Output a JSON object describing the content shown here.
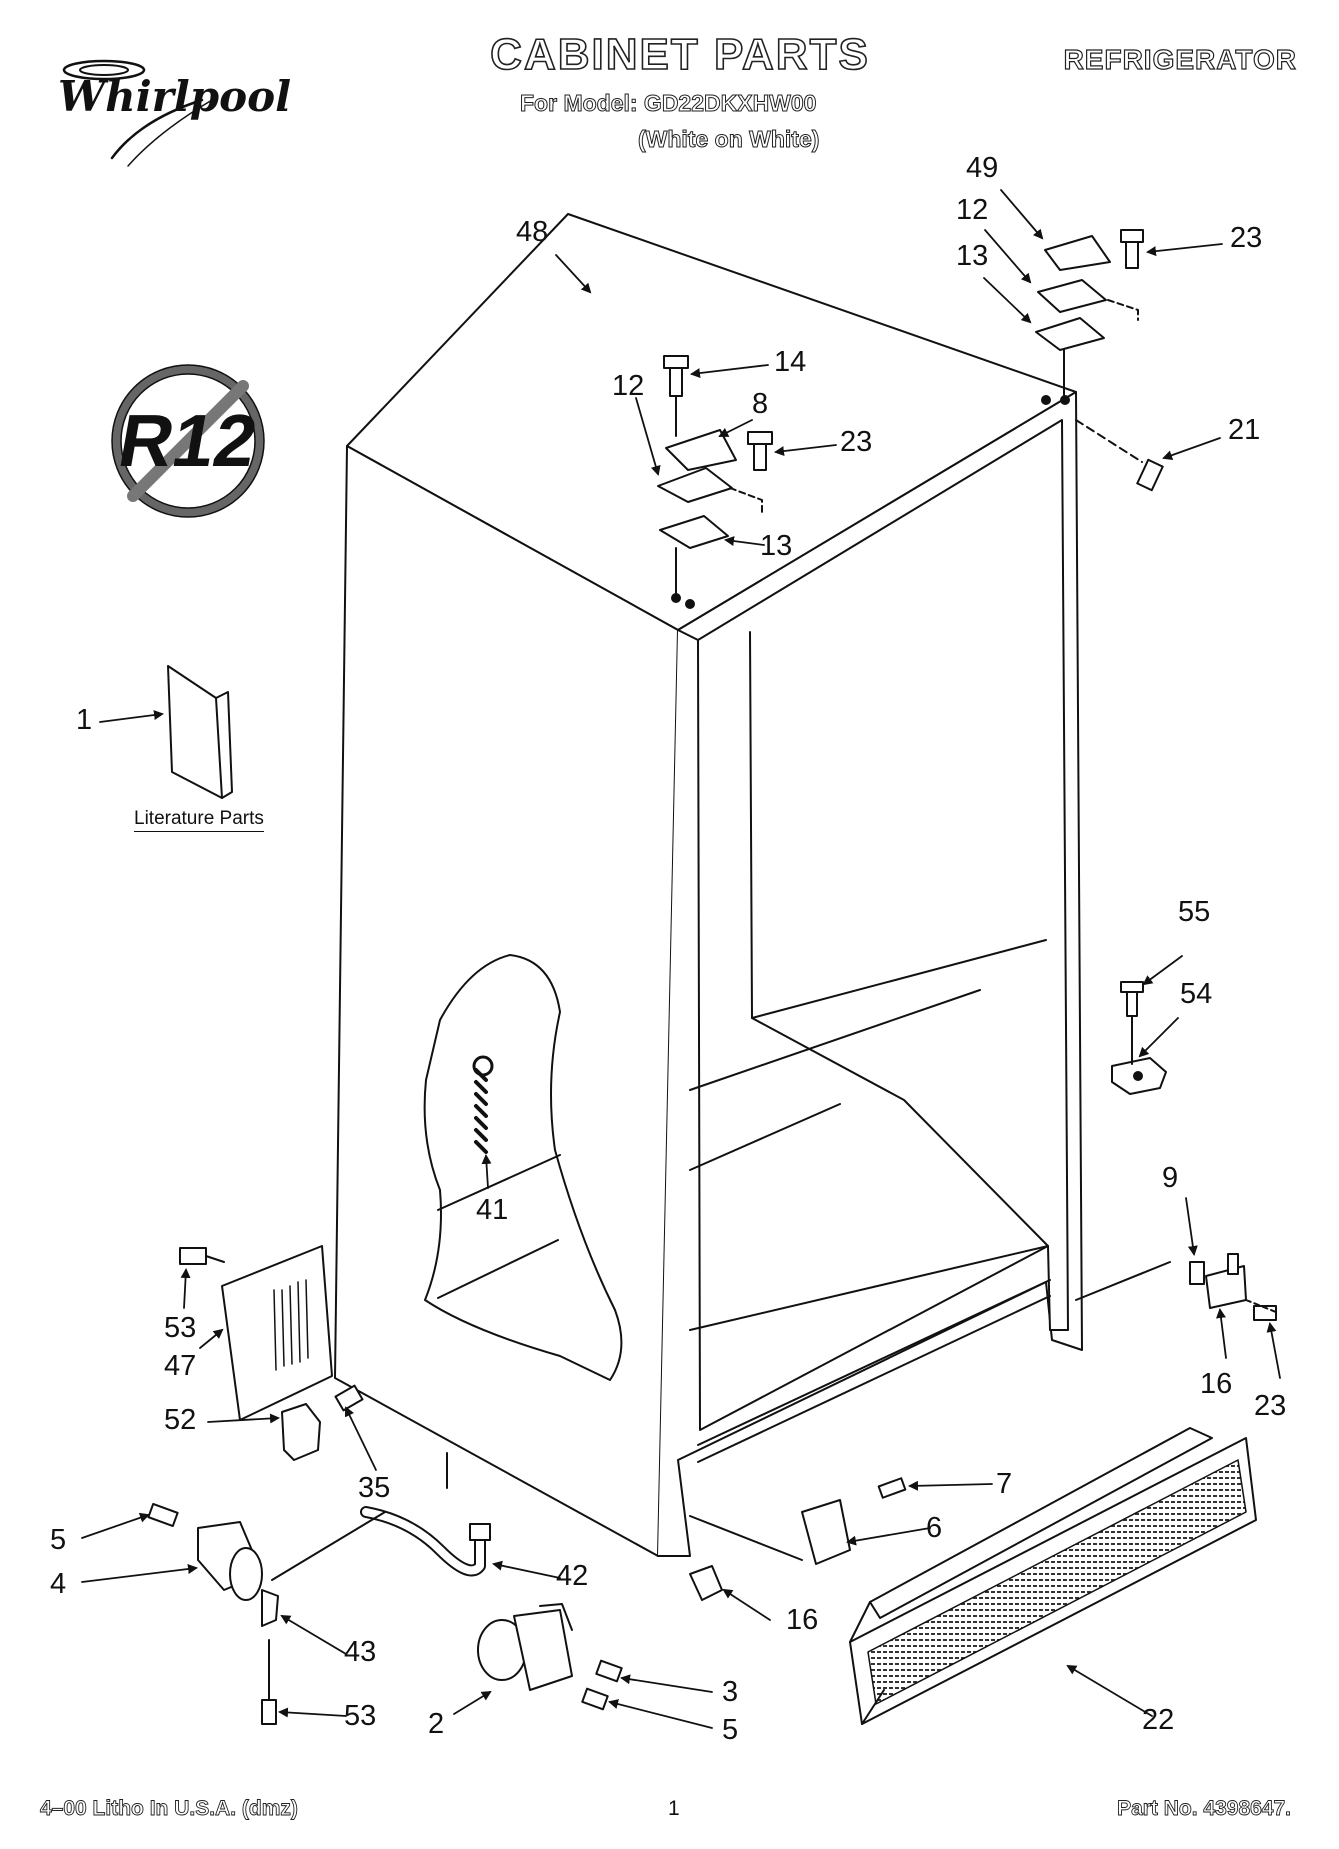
{
  "header": {
    "brand": "Whirlpool",
    "title": "CABINET PARTS",
    "model_line": "For Model: GD22DKXHW00",
    "color_line": "(White on White)",
    "category": "REFRIGERATOR"
  },
  "badge_text": "R12",
  "literature_label": "Literature Parts",
  "footer": {
    "left": "4–00 Litho In U.S.A. (dmz)",
    "page": "1",
    "part_no": "Part No. 4398647."
  },
  "callouts": [
    {
      "id": "c48",
      "label": "48"
    },
    {
      "id": "c49",
      "label": "49"
    },
    {
      "id": "c12a",
      "label": "12"
    },
    {
      "id": "c13a",
      "label": "13"
    },
    {
      "id": "c23a",
      "label": "23"
    },
    {
      "id": "c14",
      "label": "14"
    },
    {
      "id": "c12b",
      "label": "12"
    },
    {
      "id": "c8",
      "label": "8"
    },
    {
      "id": "c23b",
      "label": "23"
    },
    {
      "id": "c13b",
      "label": "13"
    },
    {
      "id": "c21",
      "label": "21"
    },
    {
      "id": "c1",
      "label": "1"
    },
    {
      "id": "c55",
      "label": "55"
    },
    {
      "id": "c54",
      "label": "54"
    },
    {
      "id": "c41",
      "label": "41"
    },
    {
      "id": "c9",
      "label": "9"
    },
    {
      "id": "c53a",
      "label": "53"
    },
    {
      "id": "c47",
      "label": "47"
    },
    {
      "id": "c16a",
      "label": "16"
    },
    {
      "id": "c23c",
      "label": "23"
    },
    {
      "id": "c52",
      "label": "52"
    },
    {
      "id": "c35",
      "label": "35"
    },
    {
      "id": "c7",
      "label": "7"
    },
    {
      "id": "c6",
      "label": "6"
    },
    {
      "id": "c5a",
      "label": "5"
    },
    {
      "id": "c4",
      "label": "4"
    },
    {
      "id": "c42",
      "label": "42"
    },
    {
      "id": "c16b",
      "label": "16"
    },
    {
      "id": "c43",
      "label": "43"
    },
    {
      "id": "c3",
      "label": "3"
    },
    {
      "id": "c22",
      "label": "22"
    },
    {
      "id": "c53b",
      "label": "53"
    },
    {
      "id": "c2",
      "label": "2"
    },
    {
      "id": "c5b",
      "label": "5"
    }
  ]
}
